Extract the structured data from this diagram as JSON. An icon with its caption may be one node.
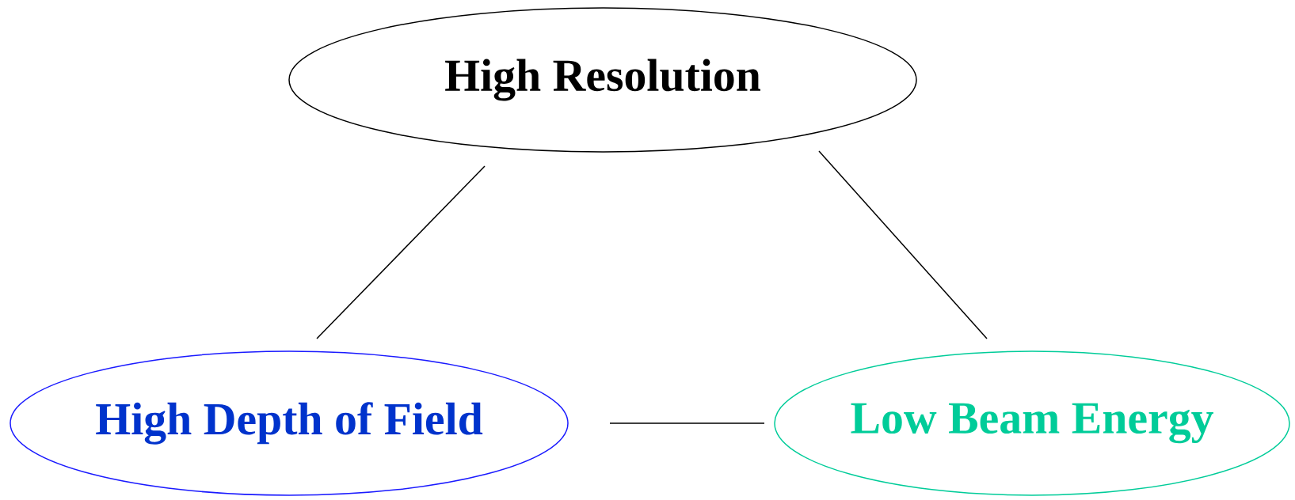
{
  "diagram": {
    "nodes": [
      {
        "text": [
          "High Resolution"
        ]
      },
      {
        "text": [
          "High Depth of Field"
        ]
      },
      {
        "text": [
          "Low Beam Energy"
        ]
      }
    ],
    "edges": [
      {
        "from": 0,
        "to": 1,
        "arrow": "none"
      },
      {
        "from": 0,
        "to": 2,
        "arrow": "none"
      },
      {
        "from": 1,
        "to": 2,
        "arrow": "none"
      }
    ]
  }
}
